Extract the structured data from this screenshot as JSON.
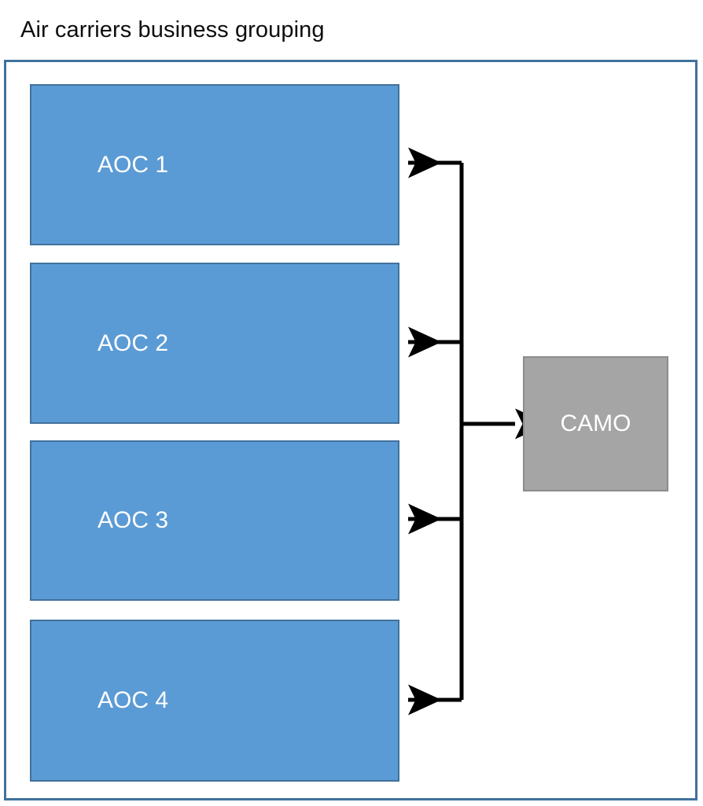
{
  "title": "Air carriers business grouping",
  "theme": {
    "aoc_fill": "#5B9BD5",
    "aoc_border": "#41719C",
    "camo_fill": "#A5A5A5",
    "camo_border": "#8C8C8C",
    "frame_border": "#41719C",
    "connector_color": "#000000",
    "node_text": "#FFFFFF",
    "title_text": "#0D0D0D",
    "canvas": "#FFFFFF"
  },
  "diagram": {
    "type": "block-diagram",
    "nodes": [
      {
        "id": "aoc-1",
        "label": "AOC 1",
        "shape": "rectangle",
        "role": "air-carrier"
      },
      {
        "id": "aoc-2",
        "label": "AOC 2",
        "shape": "rectangle",
        "role": "air-carrier"
      },
      {
        "id": "aoc-3",
        "label": "AOC 3",
        "shape": "rectangle",
        "role": "air-carrier"
      },
      {
        "id": "aoc-4",
        "label": "AOC 4",
        "shape": "rectangle",
        "role": "air-carrier"
      },
      {
        "id": "camo",
        "label": "CAMO",
        "shape": "square",
        "role": "maintenance-organisation"
      }
    ],
    "edges": [
      {
        "from": "camo",
        "to": "aoc-1",
        "label": "",
        "arrow": "single"
      },
      {
        "from": "camo",
        "to": "aoc-2",
        "label": "",
        "arrow": "single"
      },
      {
        "from": "camo",
        "to": "aoc-3",
        "label": "",
        "arrow": "single"
      },
      {
        "from": "camo",
        "to": "aoc-4",
        "label": "",
        "arrow": "single"
      },
      {
        "from": "bus",
        "to": "camo",
        "label": "",
        "arrow": "single"
      }
    ]
  }
}
